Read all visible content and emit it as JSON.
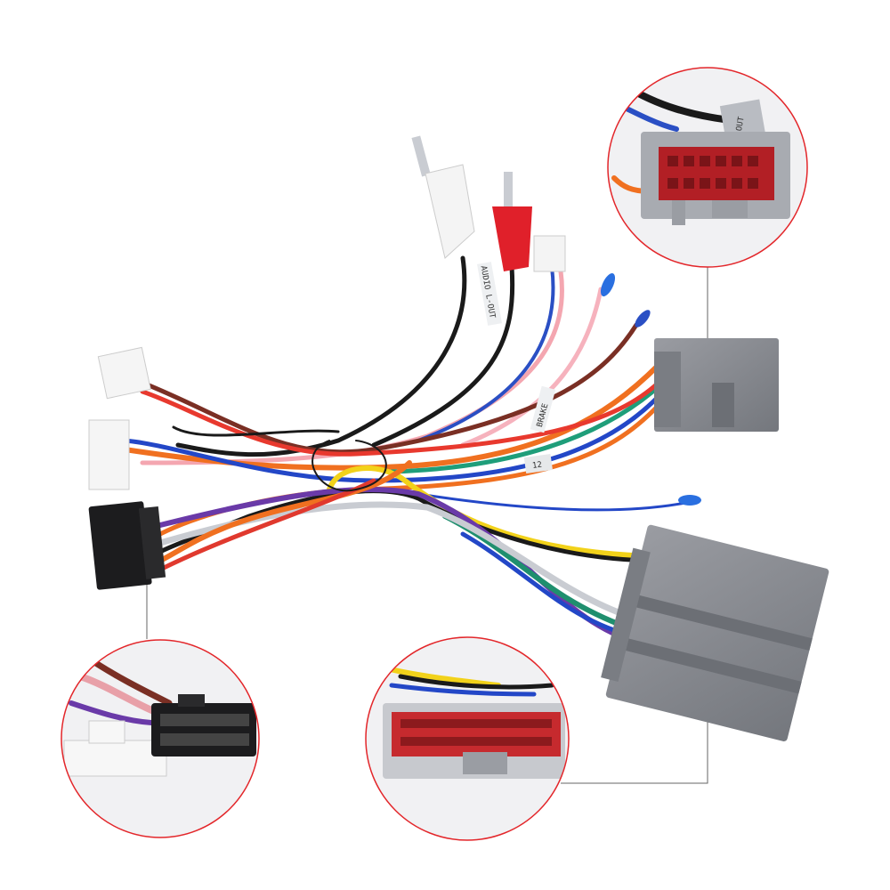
{
  "product": {
    "labels": {
      "audio_label": "AUDIO L-OUT",
      "brake_label": "BRAKE",
      "amp_label": "OUT",
      "tag_label": "12"
    }
  },
  "colors": {
    "callout_ring": "#e3262a",
    "connector_gray": "#8a8d93",
    "connector_black": "#1c1c1e",
    "connector_white": "#f3f3f3"
  }
}
